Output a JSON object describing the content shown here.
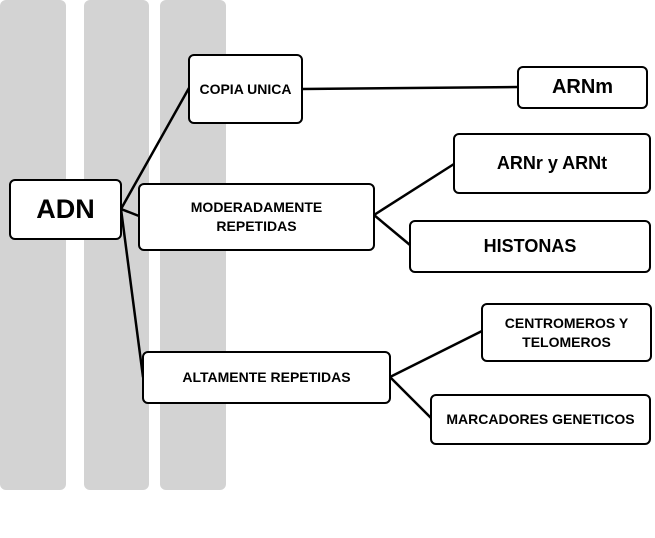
{
  "diagram": {
    "root": {
      "label": "ADN"
    },
    "categories": [
      {
        "label": "COPIA UNICA"
      },
      {
        "label": "MODERADAMENTE\nREPETIDAS"
      },
      {
        "label": "ALTAMENTE REPETIDAS"
      }
    ],
    "leaves": [
      {
        "label": "ARNm"
      },
      {
        "label": "ARNr y ARNt"
      },
      {
        "label": "HISTONAS"
      },
      {
        "label": "CENTROMEROS Y\nTELOMEROS"
      },
      {
        "label": "MARCADORES GENETICOS"
      }
    ],
    "colors": {
      "stripe": "#d3d3d3",
      "box_border": "#000000",
      "box_fill": "#ffffff",
      "connector": "#000000"
    }
  }
}
